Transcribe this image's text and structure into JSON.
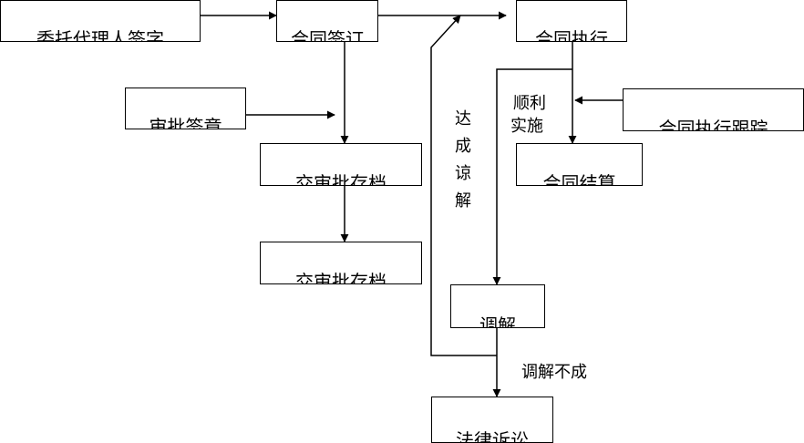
{
  "nodes": {
    "entrust_sign": "委托代理人签字",
    "contract_sign": "合同签订",
    "contract_execute": "合同执行",
    "review_stamp": "审批签章",
    "archive_1": "交审批存档",
    "archive_2": "交审批存档",
    "execution_tracking": "合同执行跟踪",
    "contract_settlement": "合同结算",
    "mediation": "调解",
    "litigation": "法律诉讼"
  },
  "edge_labels": {
    "reach_agreement": "达成谅解",
    "smooth_impl_line1": "顺利",
    "smooth_impl_line2": "实施",
    "mediation_fail": "调解不成"
  },
  "colors": {
    "line": "#000000",
    "box_border": "#000000",
    "background": "#ffffff"
  }
}
